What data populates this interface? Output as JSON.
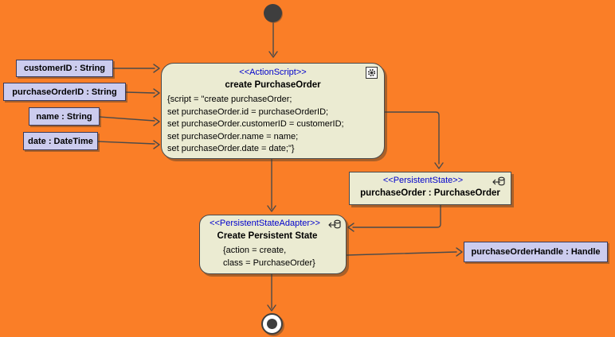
{
  "diagram": {
    "type": "uml-activity-diagram",
    "colors": {
      "background": "#FA7E27",
      "node_fill": "#EBEBD2",
      "pin_fill": "#CCCCEE",
      "stereotype_text": "#0000CC",
      "line": "#4A4A4A"
    }
  },
  "action_node": {
    "stereotype": "<<ActionScript>>",
    "title": "create PurchaseOrder",
    "script_lines": [
      "{script = \"create purchaseOrder;",
      "set purchaseOrder.id = purchaseOrderID;",
      "set purchaseOrder.customerID = customerID;",
      "set purchaseOrder.name = name;",
      "set purchaseOrder.date = date;\"}"
    ],
    "icon": "action-script-gear-icon"
  },
  "persistent_state_node": {
    "stereotype": "<<PersistentState>>",
    "title": "purchaseOrder : PurchaseOrder",
    "icon": "database-arrow-icon"
  },
  "adapter_node": {
    "stereotype": "<<PersistentStateAdapter>>",
    "title": "Create Persistent State",
    "property_lines": [
      "{action = create,",
      "class = PurchaseOrder}"
    ],
    "icon": "database-arrow-icon"
  },
  "input_pins": [
    {
      "label": "customerID : String"
    },
    {
      "label": "purchaseOrderID : String"
    },
    {
      "label": "name : String"
    },
    {
      "label": "date : DateTime"
    }
  ],
  "output_pin": {
    "label": "purchaseOrderHandle : Handle"
  }
}
